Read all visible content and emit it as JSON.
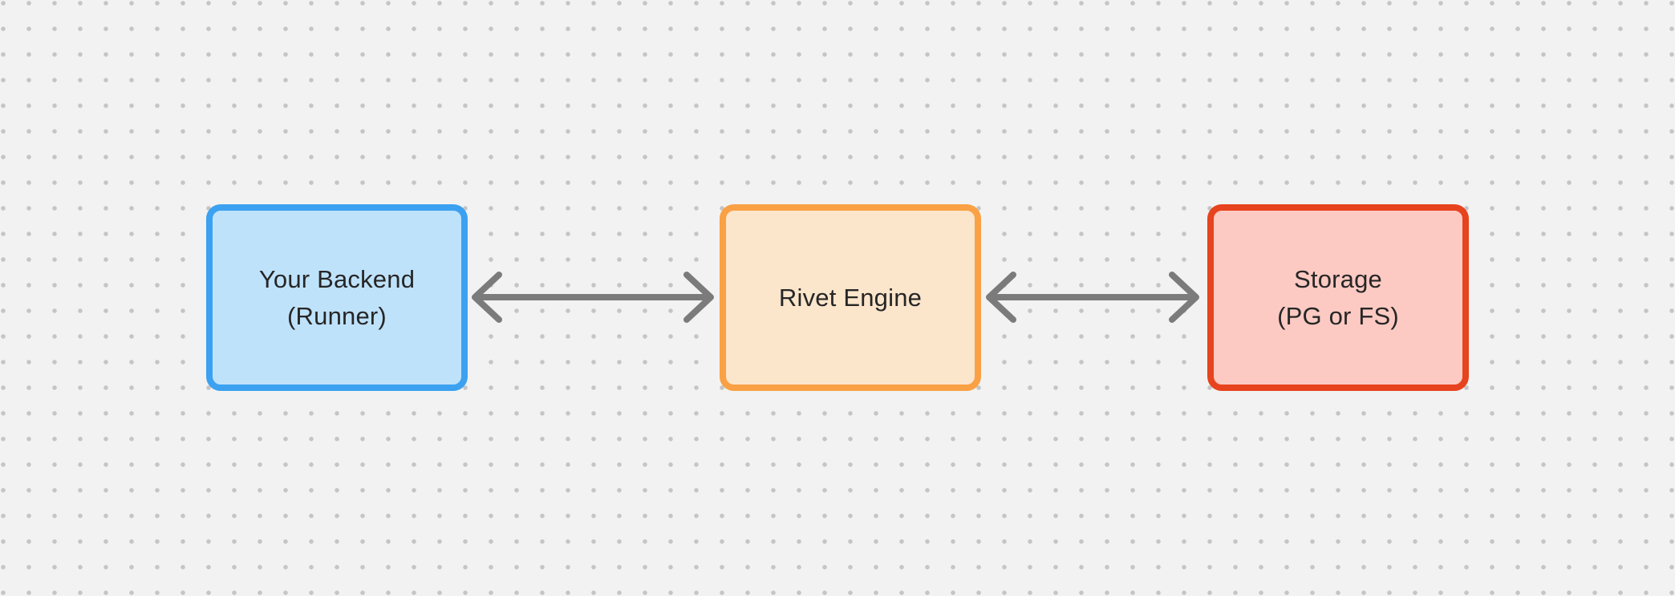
{
  "canvas": {
    "background_color": "#F2F2F2",
    "dot_color": "#C5C5C5"
  },
  "diagram": {
    "text_color": "#262626",
    "nodes": [
      {
        "id": "your-backend",
        "label_line1": "Your Backend",
        "label_line2": "(Runner)",
        "border_color": "#3BA1F0",
        "fill_color": "#BFE2FB"
      },
      {
        "id": "rivet-engine",
        "label_line1": "Rivet Engine",
        "label_line2": "",
        "border_color": "#F9A144",
        "fill_color": "#FBE5CB"
      },
      {
        "id": "storage",
        "label_line1": "Storage",
        "label_line2": "(PG or FS)",
        "border_color": "#E7431E",
        "fill_color": "#FCCAC3"
      }
    ],
    "edges": [
      {
        "from": "your-backend",
        "to": "rivet-engine",
        "direction": "bidirectional",
        "color": "#7B7B7B"
      },
      {
        "from": "rivet-engine",
        "to": "storage",
        "direction": "bidirectional",
        "color": "#7B7B7B"
      }
    ]
  }
}
